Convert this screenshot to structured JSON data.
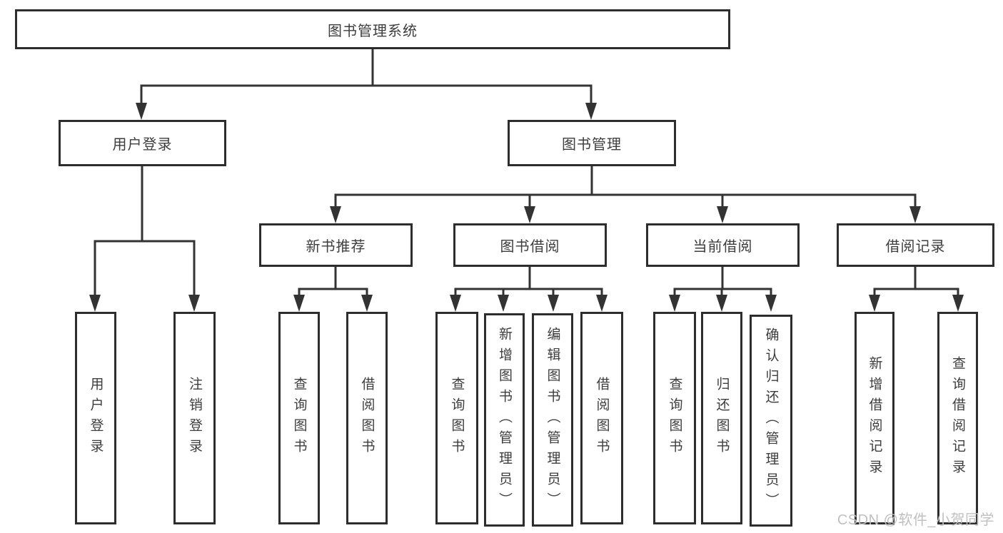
{
  "diagram": {
    "type": "tree",
    "colors": {
      "line": "#333333",
      "box_border": "#2d2d2d",
      "text": "#3d3d3d",
      "background": "#ffffff",
      "watermark": "#c0c0c0"
    },
    "tree": {
      "label": "图书管理系统",
      "children": [
        {
          "label": "用户登录",
          "children": [
            {
              "label": "用户登录"
            },
            {
              "label": "注销登录"
            }
          ]
        },
        {
          "label": "图书管理",
          "children": [
            {
              "label": "新书推荐",
              "children": [
                {
                  "label": "查询图书"
                },
                {
                  "label": "借阅图书"
                }
              ]
            },
            {
              "label": "图书借阅",
              "children": [
                {
                  "label": "查询图书"
                },
                {
                  "label": "新增图书（管理员）"
                },
                {
                  "label": "编辑图书（管理员）"
                },
                {
                  "label": "借阅图书"
                }
              ]
            },
            {
              "label": "当前借阅",
              "children": [
                {
                  "label": "查询图书"
                },
                {
                  "label": "归还图书"
                },
                {
                  "label": "确认归还（管理员）"
                }
              ]
            },
            {
              "label": "借阅记录",
              "children": [
                {
                  "label": "新增借阅记录"
                },
                {
                  "label": "查询借阅记录"
                }
              ]
            }
          ]
        }
      ]
    },
    "watermark": {
      "text": "CSDN @软件_小贺同学"
    }
  }
}
